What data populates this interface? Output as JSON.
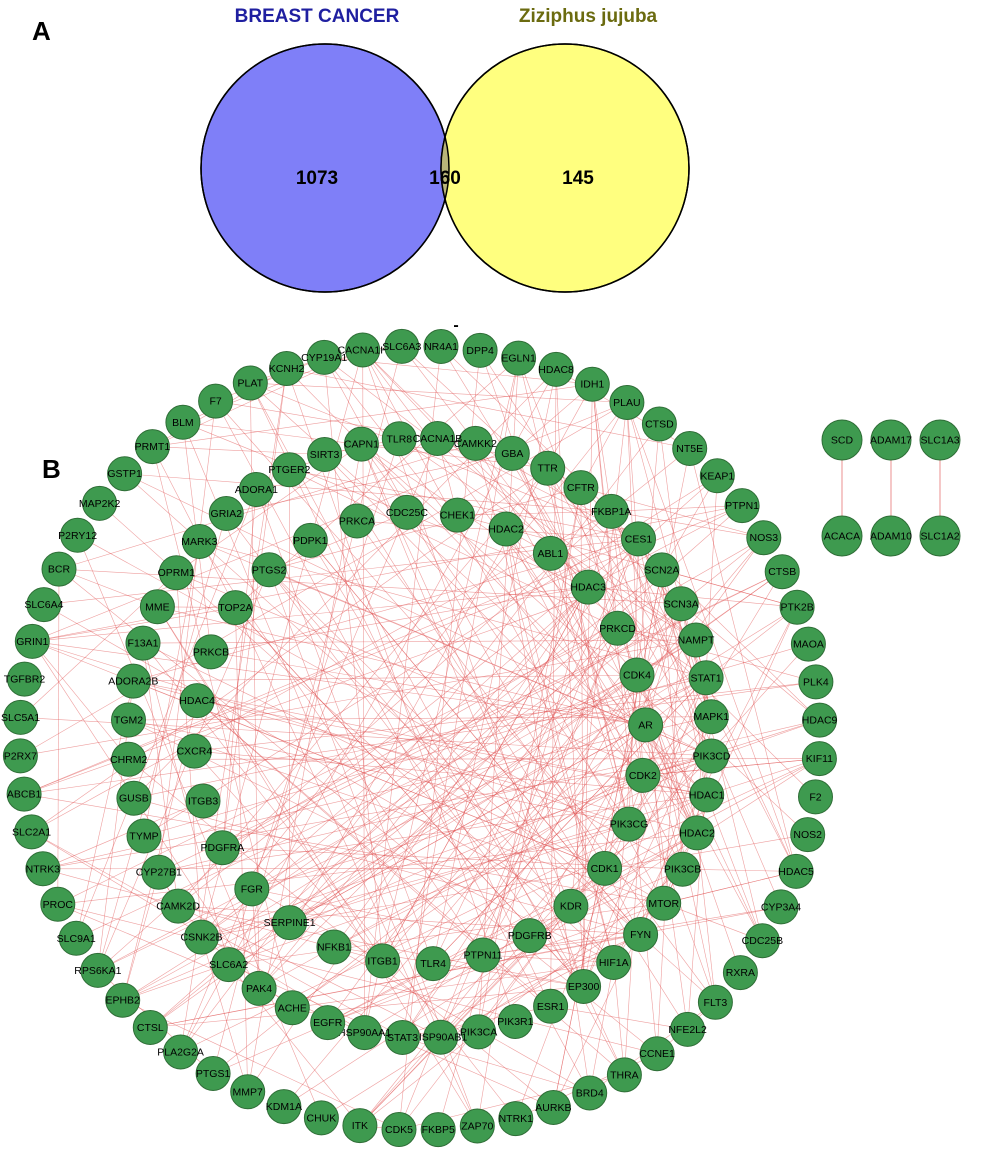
{
  "panels": {
    "a": "A",
    "b": "B"
  },
  "venn": {
    "left_title": "BREAST CANCER",
    "right_title": "Ziziphus jujuba",
    "left_only": "1073",
    "overlap": "160",
    "right_only": "145",
    "separator": "-",
    "colors": {
      "left": "#7f7ff8",
      "right": "#ffff7f",
      "overlap": "#b9b579",
      "left_title": "#1f1fa0",
      "right_title": "#6b6b10"
    }
  },
  "network": {
    "node_color": "#3e9a4f",
    "edge_color": "#e05050",
    "outer_ring": [
      "DPP4",
      "EGLN1",
      "HDAC8",
      "IDH1",
      "PLAU",
      "CTSD",
      "NT5E",
      "KEAP1",
      "PTPN1",
      "NOS3",
      "CTSB",
      "PTK2B",
      "MAOA",
      "PLK4",
      "HDAC9",
      "KIF11",
      "F2",
      "NOS2",
      "HDAC5",
      "CYP3A4",
      "CDC25B",
      "RXRA",
      "FLT3",
      "NFE2L2",
      "CCNE1",
      "THRA",
      "BRD4",
      "AURKB",
      "NTRK1",
      "ZAP70",
      "FKBP5",
      "CDK5",
      "ITK",
      "CHUK",
      "KDM1A",
      "MMP7",
      "PTGS1",
      "PLA2G2A",
      "CTSL",
      "EPHB2",
      "RPS6KA1",
      "SLC9A1",
      "PROC",
      "NTRK3",
      "SLC2A1",
      "ABCB1",
      "P2RX7",
      "SLC5A1",
      "TGFBR2",
      "GRIN1",
      "SLC6A4",
      "BCR",
      "P2RY12",
      "MAP2K2",
      "GSTP1",
      "PRMT1",
      "BLM",
      "F7",
      "PLAT",
      "KCNH2",
      "CYP19A1",
      "CACNA1H",
      "SLC6A3",
      "NR4A1"
    ],
    "middle_ring": [
      "CAMKK2",
      "GBA",
      "TTR",
      "CFTR",
      "FKBP1A",
      "CES1",
      "SCN2A",
      "SCN3A",
      "NAMPT",
      "STAT1",
      "MAPK1",
      "PIK3CD",
      "HDAC1",
      "HDAC2",
      "PIK3CB",
      "MTOR",
      "FYN",
      "HIF1A",
      "EP300",
      "ESR1",
      "PIK3R1",
      "PIK3CA",
      "HSP90AB1",
      "STAT3",
      "HSP90AA1",
      "EGFR",
      "ACHE",
      "PAK4",
      "SLC6A2",
      "CSNK2B",
      "CAMK2D",
      "CYP27B1",
      "TYMP",
      "GUSB",
      "CHRM2",
      "TGM2",
      "ADORA2B",
      "F13A1",
      "MME",
      "OPRM1",
      "MARK3",
      "GRIA2",
      "ADORA1",
      "PTGER2",
      "SIRT3",
      "CAPN1",
      "TLR8",
      "CACNA1B"
    ],
    "inner_ring": [
      "HDAC2",
      "ABL1",
      "HDAC3",
      "PRKCD",
      "CDK4",
      "AR",
      "CDK2",
      "PIK3CG",
      "CDK1",
      "KDR",
      "PDGFRB",
      "PTPN11",
      "TLR4",
      "ITGB1",
      "NFKB1",
      "SERPINE1",
      "FGR",
      "PDGFRA",
      "ITGB3",
      "CXCR4",
      "HDAC4",
      "PRKCB",
      "TOP2A",
      "PTGS2",
      "PDPK1",
      "PRKCA",
      "CDC25C",
      "CHEK1"
    ],
    "side_pairs": [
      {
        "top": "SCD",
        "bottom": "ACACA"
      },
      {
        "top": "ADAM17",
        "bottom": "ADAM10"
      },
      {
        "top": "SLC1A3",
        "bottom": "SLC1A2"
      }
    ]
  }
}
